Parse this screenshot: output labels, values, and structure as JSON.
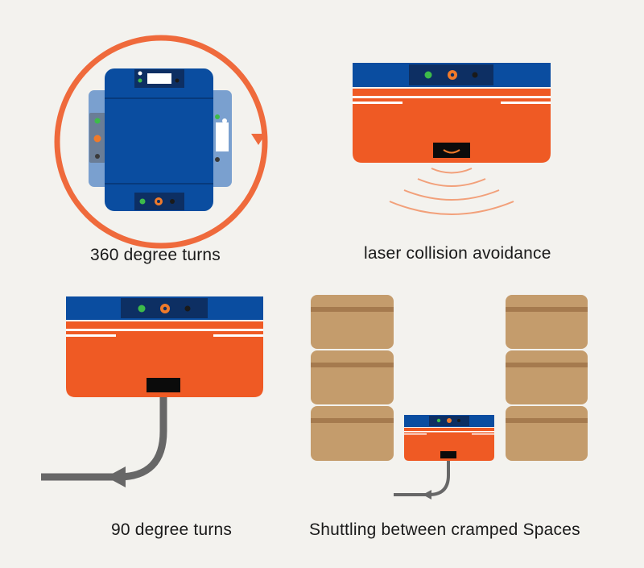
{
  "captions": {
    "turn_360": "360 degree turns",
    "laser": "laser collision avoidance",
    "turn_90": "90 degree turns",
    "shuttling": "Shuttling between cramped Spaces"
  },
  "colors": {
    "background": "#f3f2ee",
    "robot_blue": "#0a4da0",
    "robot_blue_light": "#7aa0cf",
    "robot_orange": "#ef5a24",
    "sensor_panel": "#0d2f63",
    "sensor_green": "#3dbb4a",
    "sensor_orange": "#f07a2a",
    "laser_waves": "#f2a07a",
    "path_gray": "#676767",
    "box": "#c49c6c",
    "box_tape": "#a57a4e"
  },
  "icons": {
    "rotation": "circular-arrow-icon",
    "laser": "laser-wave-icon",
    "turn": "bent-arrow-icon"
  }
}
